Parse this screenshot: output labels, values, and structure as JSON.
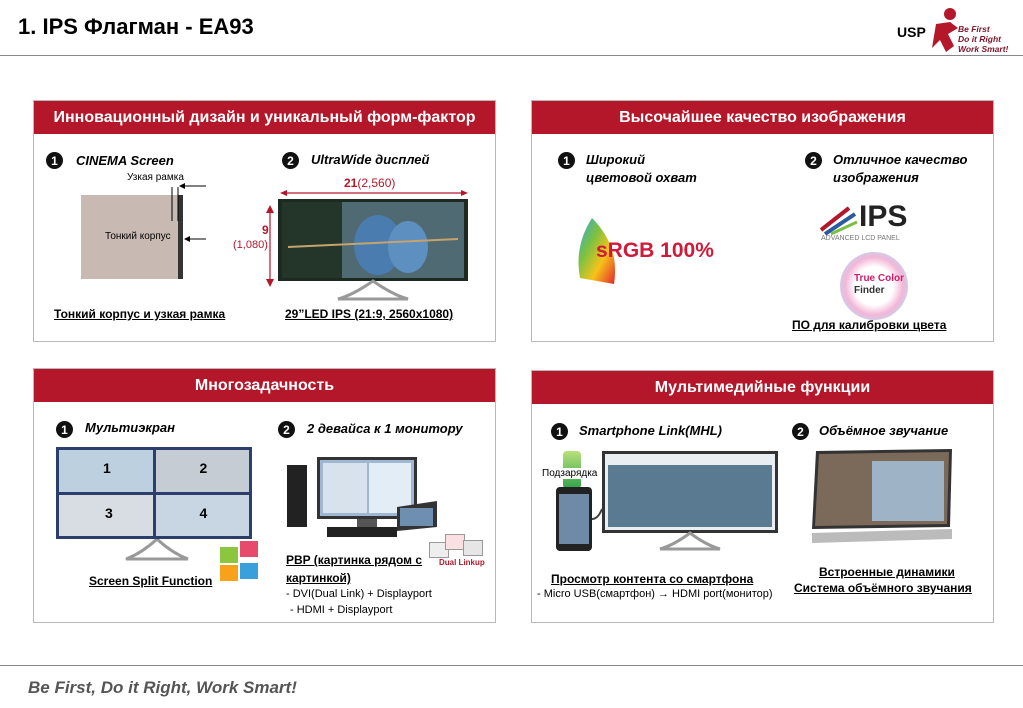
{
  "header": {
    "title": "1. IPS Флагман - EA93",
    "usp": "USP",
    "logo_lines": [
      "Be First",
      "Do it Right",
      "Work Smart!"
    ]
  },
  "panel1": {
    "heading": "Инновационный дизайн и уникальный форм-фактор",
    "item1": {
      "num": "1",
      "label": "CINEMA Screen",
      "narrow_frame": "Узкая рамка",
      "thin_body": "Тонкий корпус",
      "caption": "Тонкий корпус и узкая рамка"
    },
    "item2": {
      "num": "2",
      "label": "UltraWide дисплей",
      "w_bold": "21",
      "w_px": "(2,560)",
      "h_bold": "9",
      "h_px": "(1,080)",
      "caption": "29”LED IPS (21:9, 2560x1080)"
    }
  },
  "panel2": {
    "heading": "Высочайшее качество изображения",
    "item1": {
      "num": "1",
      "line1": "Широкий",
      "line2": "цветовой охват",
      "badge": "sRGB 100%"
    },
    "item2": {
      "num": "2",
      "line1": "Отличное качество",
      "line2": "изображения",
      "ips_logo": "IPS",
      "ips_sub": "ADVANCED LCD PANEL",
      "finder_line1": "True Color",
      "finder_line2": "Finder",
      "caption": "ПО для калибровки цвета"
    }
  },
  "panel3": {
    "heading": "Многозадачность",
    "item1": {
      "num": "1",
      "label": "Мультиэкран",
      "q1": "1",
      "q2": "2",
      "q3": "3",
      "q4": "4",
      "caption": "Screen Split Function"
    },
    "item2": {
      "num": "2",
      "label": "2 девайса к 1 монитору",
      "cap1": "PBP (картинка рядом с",
      "cap2": "картинкой)",
      "l1": "- DVI(Dual Link) + Displayport",
      "l2": "- HDMI + Displayport",
      "dual": "Dual Linkup"
    }
  },
  "panel4": {
    "heading": "Мультимедийные функции",
    "item1": {
      "num": "1",
      "label": "Smartphone Link(MHL)",
      "charging": "Подзарядка",
      "caption": "Просмотр контента со смартфона",
      "sub": "- Micro USB(смартфон) → HDMI port(монитор)"
    },
    "item2": {
      "num": "2",
      "label": "Объёмное звучание",
      "cap1": "Встроенные динамики",
      "cap2": "Система объёмного звучания"
    }
  },
  "footer": {
    "text": "Be First, Do it Right, Work Smart!"
  },
  "colors": {
    "accent": "#b5172a",
    "logo": "#7a1528"
  }
}
